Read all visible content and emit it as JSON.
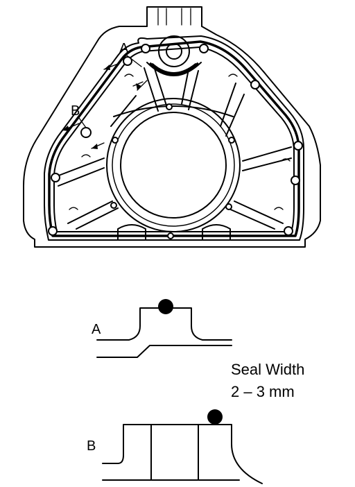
{
  "figure": {
    "callout_a": "A",
    "callout_b": "B",
    "detail_a_label": "A",
    "detail_b_label": "B",
    "seal_width_title": "Seal Width",
    "seal_width_value": "2 – 3 mm",
    "line_color": "#000000",
    "background_color": "#ffffff"
  }
}
